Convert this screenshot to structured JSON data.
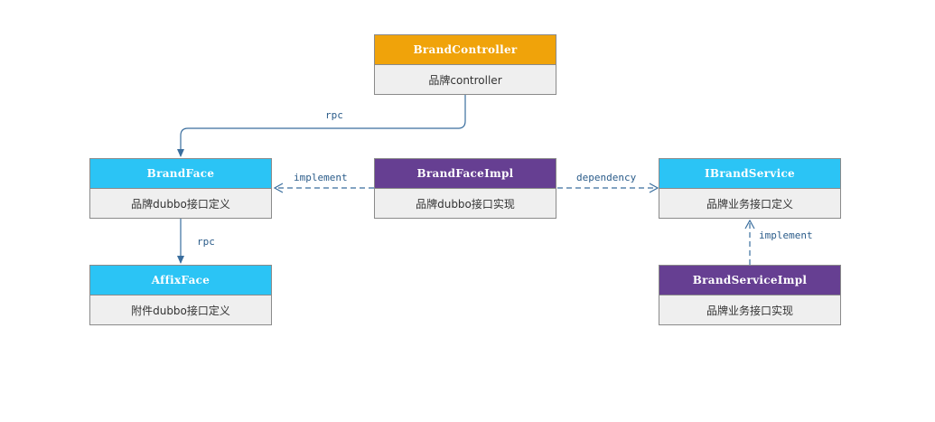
{
  "colors": {
    "controller_header": "#F0A30A",
    "interface_header": "#2BC4F5",
    "impl_header": "#663F92",
    "box_body": "#EFEFEF",
    "connector": "#3A6E9E",
    "label_text": "#2B5C8A"
  },
  "nodes": {
    "brand_controller": {
      "title": "BrandController",
      "desc": "品牌controller"
    },
    "brand_face": {
      "title": "BrandFace",
      "desc": "品牌dubbo接口定义"
    },
    "brand_face_impl": {
      "title": "BrandFaceImpl",
      "desc": "品牌dubbo接口实现"
    },
    "ibrand_service": {
      "title": "IBrandService",
      "desc": "品牌业务接口定义"
    },
    "affix_face": {
      "title": "AffixFace",
      "desc": "附件dubbo接口定义"
    },
    "brand_service_impl": {
      "title": "BrandServiceImpl",
      "desc": "品牌业务接口实现"
    }
  },
  "edges": {
    "controller_to_face": {
      "label": "rpc",
      "style": "solid"
    },
    "impl_to_face": {
      "label": "implement",
      "style": "dashed"
    },
    "impl_to_service": {
      "label": "dependency",
      "style": "dashed"
    },
    "face_to_affix": {
      "label": "rpc",
      "style": "solid"
    },
    "serviceimpl_to_service": {
      "label": "implement",
      "style": "dashed"
    }
  }
}
